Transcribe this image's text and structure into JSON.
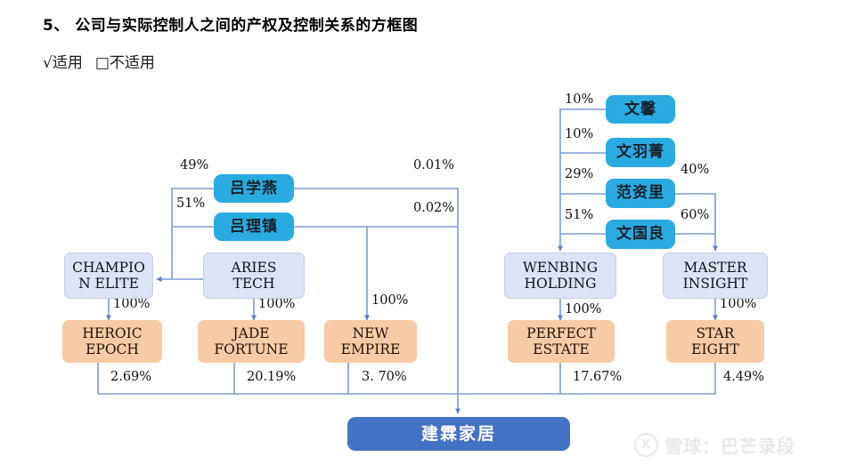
{
  "heading": "5、  公司与实际控制人之间的产权及控制关系的方框图",
  "applicability": {
    "checked_mark": "√",
    "applicable_label": "适用",
    "unchecked_mark": "□",
    "not_applicable_label": "不适用"
  },
  "colors": {
    "person_box": "#29ABE2",
    "holdco_box": "#DCE3F2",
    "subco_box": "#F7CBA6",
    "target_box": "#4472C4",
    "connector": "#7e9bd4"
  },
  "chart_data": {
    "type": "diagram",
    "title": "公司与实际控制人之间的产权及控制关系的方框图",
    "nodes": [
      {
        "id": "lv_xueyan",
        "label": "吕学燕",
        "tier": "person",
        "lines": [
          "吕学燕"
        ]
      },
      {
        "id": "lv_lizhen",
        "label": "吕理镇",
        "tier": "person",
        "lines": [
          "吕理镇"
        ]
      },
      {
        "id": "wen_xin",
        "label": "文馨",
        "tier": "person",
        "lines": [
          "文馨"
        ]
      },
      {
        "id": "wen_yujing",
        "label": "文羽菁",
        "tier": "person",
        "lines": [
          "文羽菁"
        ]
      },
      {
        "id": "fan_zili",
        "label": "范资里",
        "tier": "person",
        "lines": [
          "范资里"
        ]
      },
      {
        "id": "wen_guoliang",
        "label": "文国良",
        "tier": "person",
        "lines": [
          "文国良"
        ]
      },
      {
        "id": "champion_elite",
        "label": "CHAMPION ELITE",
        "tier": "holdco",
        "lines": [
          "CHAMPIO",
          "N ELITE"
        ]
      },
      {
        "id": "aries_tech",
        "label": "ARIES TECH",
        "tier": "holdco",
        "lines": [
          "ARIES",
          "TECH"
        ]
      },
      {
        "id": "wenbing_holding",
        "label": "WENBING HOLDING",
        "tier": "holdco",
        "lines": [
          "WENBING",
          "HOLDING"
        ]
      },
      {
        "id": "master_insight",
        "label": "MASTER INSIGHT",
        "tier": "holdco",
        "lines": [
          "MASTER",
          "INSIGHT"
        ]
      },
      {
        "id": "heroic_epoch",
        "label": "HEROIC EPOCH",
        "tier": "subco",
        "lines": [
          "HEROIC",
          "EPOCH"
        ]
      },
      {
        "id": "jade_fortune",
        "label": "JADE FORTUNE",
        "tier": "subco",
        "lines": [
          "JADE",
          "FORTUNE"
        ]
      },
      {
        "id": "new_empire",
        "label": "NEW EMPIRE",
        "tier": "subco",
        "lines": [
          "NEW",
          "EMPIRE"
        ]
      },
      {
        "id": "perfect_estate",
        "label": "PERFECT ESTATE",
        "tier": "subco",
        "lines": [
          "PERFECT",
          "ESTATE"
        ]
      },
      {
        "id": "star_eight",
        "label": "STAR EIGHT",
        "tier": "subco",
        "lines": [
          "STAR",
          "EIGHT"
        ]
      },
      {
        "id": "jianlin",
        "label": "建霖家居",
        "tier": "target",
        "lines": [
          "建霖家居"
        ]
      }
    ],
    "edges": [
      {
        "from": "lv_xueyan",
        "to": "champion_elite_aries",
        "value": "49%"
      },
      {
        "from": "lv_lizhen",
        "to": "champion_elite_aries",
        "value": "51%"
      },
      {
        "from": "lv_xueyan",
        "to": "jianlin",
        "value": "0.01%"
      },
      {
        "from": "lv_lizhen",
        "to": "new_empire",
        "value": "0.02%"
      },
      {
        "from": "wen_xin",
        "to": "wenbing_holding",
        "value": "10%"
      },
      {
        "from": "wen_yujing",
        "to": "wenbing_holding",
        "value": "10%"
      },
      {
        "from": "fan_zili",
        "to": "wenbing_holding",
        "value": "29%"
      },
      {
        "from": "wen_guoliang",
        "to": "wenbing_holding",
        "value": "51%"
      },
      {
        "from": "fan_zili",
        "to": "master_insight",
        "value": "40%"
      },
      {
        "from": "wen_guoliang",
        "to": "master_insight",
        "value": "60%"
      },
      {
        "from": "champion_elite",
        "to": "heroic_epoch",
        "value": "100%"
      },
      {
        "from": "aries_tech",
        "to": "jade_fortune",
        "value": "100%"
      },
      {
        "from": "lv_lizhen",
        "to": "new_empire",
        "value": "100%"
      },
      {
        "from": "wenbing_holding",
        "to": "perfect_estate",
        "value": "100%"
      },
      {
        "from": "master_insight",
        "to": "star_eight",
        "value": "100%"
      },
      {
        "from": "heroic_epoch",
        "to": "jianlin",
        "value": "2.69%"
      },
      {
        "from": "jade_fortune",
        "to": "jianlin",
        "value": "20.19%"
      },
      {
        "from": "new_empire",
        "to": "jianlin",
        "value": "3. 70%"
      },
      {
        "from": "perfect_estate",
        "to": "jianlin",
        "value": "17.67%"
      },
      {
        "from": "star_eight",
        "to": "jianlin",
        "value": "4.49%"
      }
    ]
  },
  "labels": {
    "pct_49": "49%",
    "pct_51_left": "51%",
    "pct_001": "0.01%",
    "pct_002": "0.02%",
    "pct_10_a": "10%",
    "pct_10_b": "10%",
    "pct_29": "29%",
    "pct_51_right": "51%",
    "pct_40": "40%",
    "pct_60": "60%",
    "pct_100_champion": "100%",
    "pct_100_aries": "100%",
    "pct_100_new": "100%",
    "pct_100_wenbing": "100%",
    "pct_100_master": "100%",
    "pct_269": "2.69%",
    "pct_2019": "20.19%",
    "pct_370": "3. 70%",
    "pct_1767": "17.67%",
    "pct_449": "4.49%"
  },
  "watermark": {
    "logo_glyph": "X",
    "text": "雪球：巴芒录段"
  }
}
